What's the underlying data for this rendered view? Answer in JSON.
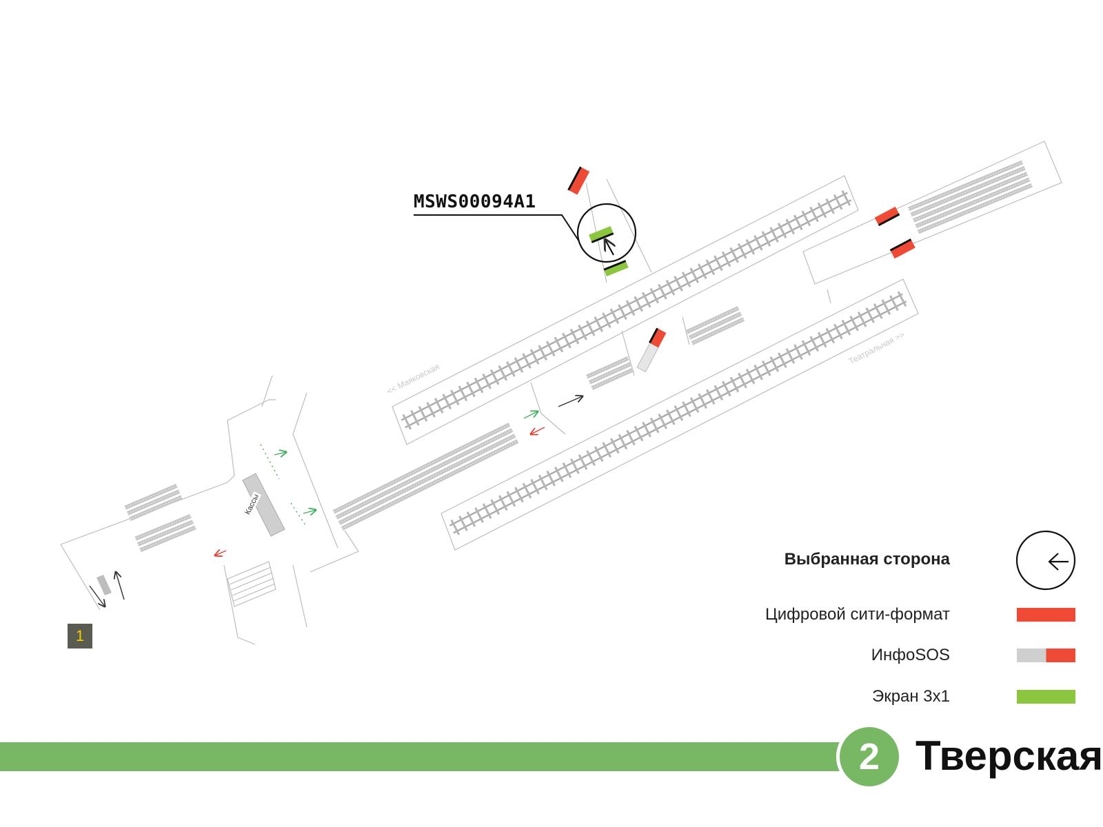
{
  "map": {
    "screen_code": "MSWS00094A1",
    "cashier_label": "Кассы",
    "direction_left": "<< Маяковская",
    "direction_right": "Театральная >>",
    "exit_number": "1"
  },
  "legend": {
    "selected_side": "Выбранная сторона",
    "items": [
      {
        "label": "Цифровой сити-формат",
        "swatch": [
          "#ee4a35"
        ]
      },
      {
        "label": "ИнфоSOS",
        "swatch": [
          "#cfcfcf",
          "#ee4a35"
        ]
      },
      {
        "label": "Экран 3x1",
        "swatch": [
          "#8cc63f"
        ]
      }
    ]
  },
  "station": {
    "line_number": "2",
    "name": "Тверская",
    "line_color": "#78b865"
  },
  "colors": {
    "red": "#ee4a35",
    "green": "#8cc63f",
    "gray": "#cfcfcf",
    "outline": "#bdbdbd"
  }
}
